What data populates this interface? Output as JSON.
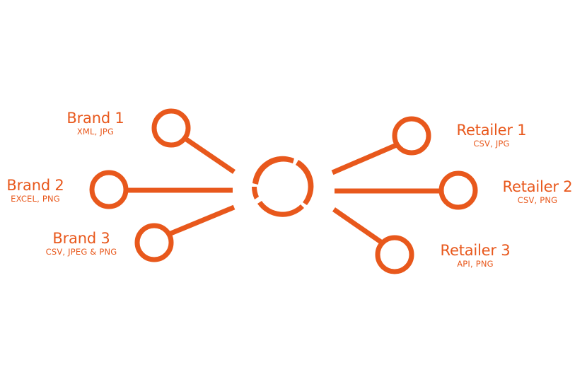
{
  "colors": {
    "accent": "#e8581c"
  },
  "center": {
    "icon": "hub-logo-icon"
  },
  "brands": [
    {
      "title": "Brand 1",
      "formats": "XML, JPG"
    },
    {
      "title": "Brand 2",
      "formats": "EXCEL, PNG"
    },
    {
      "title": "Brand 3",
      "formats": "CSV, JPEG & PNG"
    }
  ],
  "retailers": [
    {
      "title": "Retailer 1",
      "formats": "CSV, JPG"
    },
    {
      "title": "Retailer 2",
      "formats": "CSV, PNG"
    },
    {
      "title": "Retailer 3",
      "formats": "API, PNG"
    }
  ]
}
